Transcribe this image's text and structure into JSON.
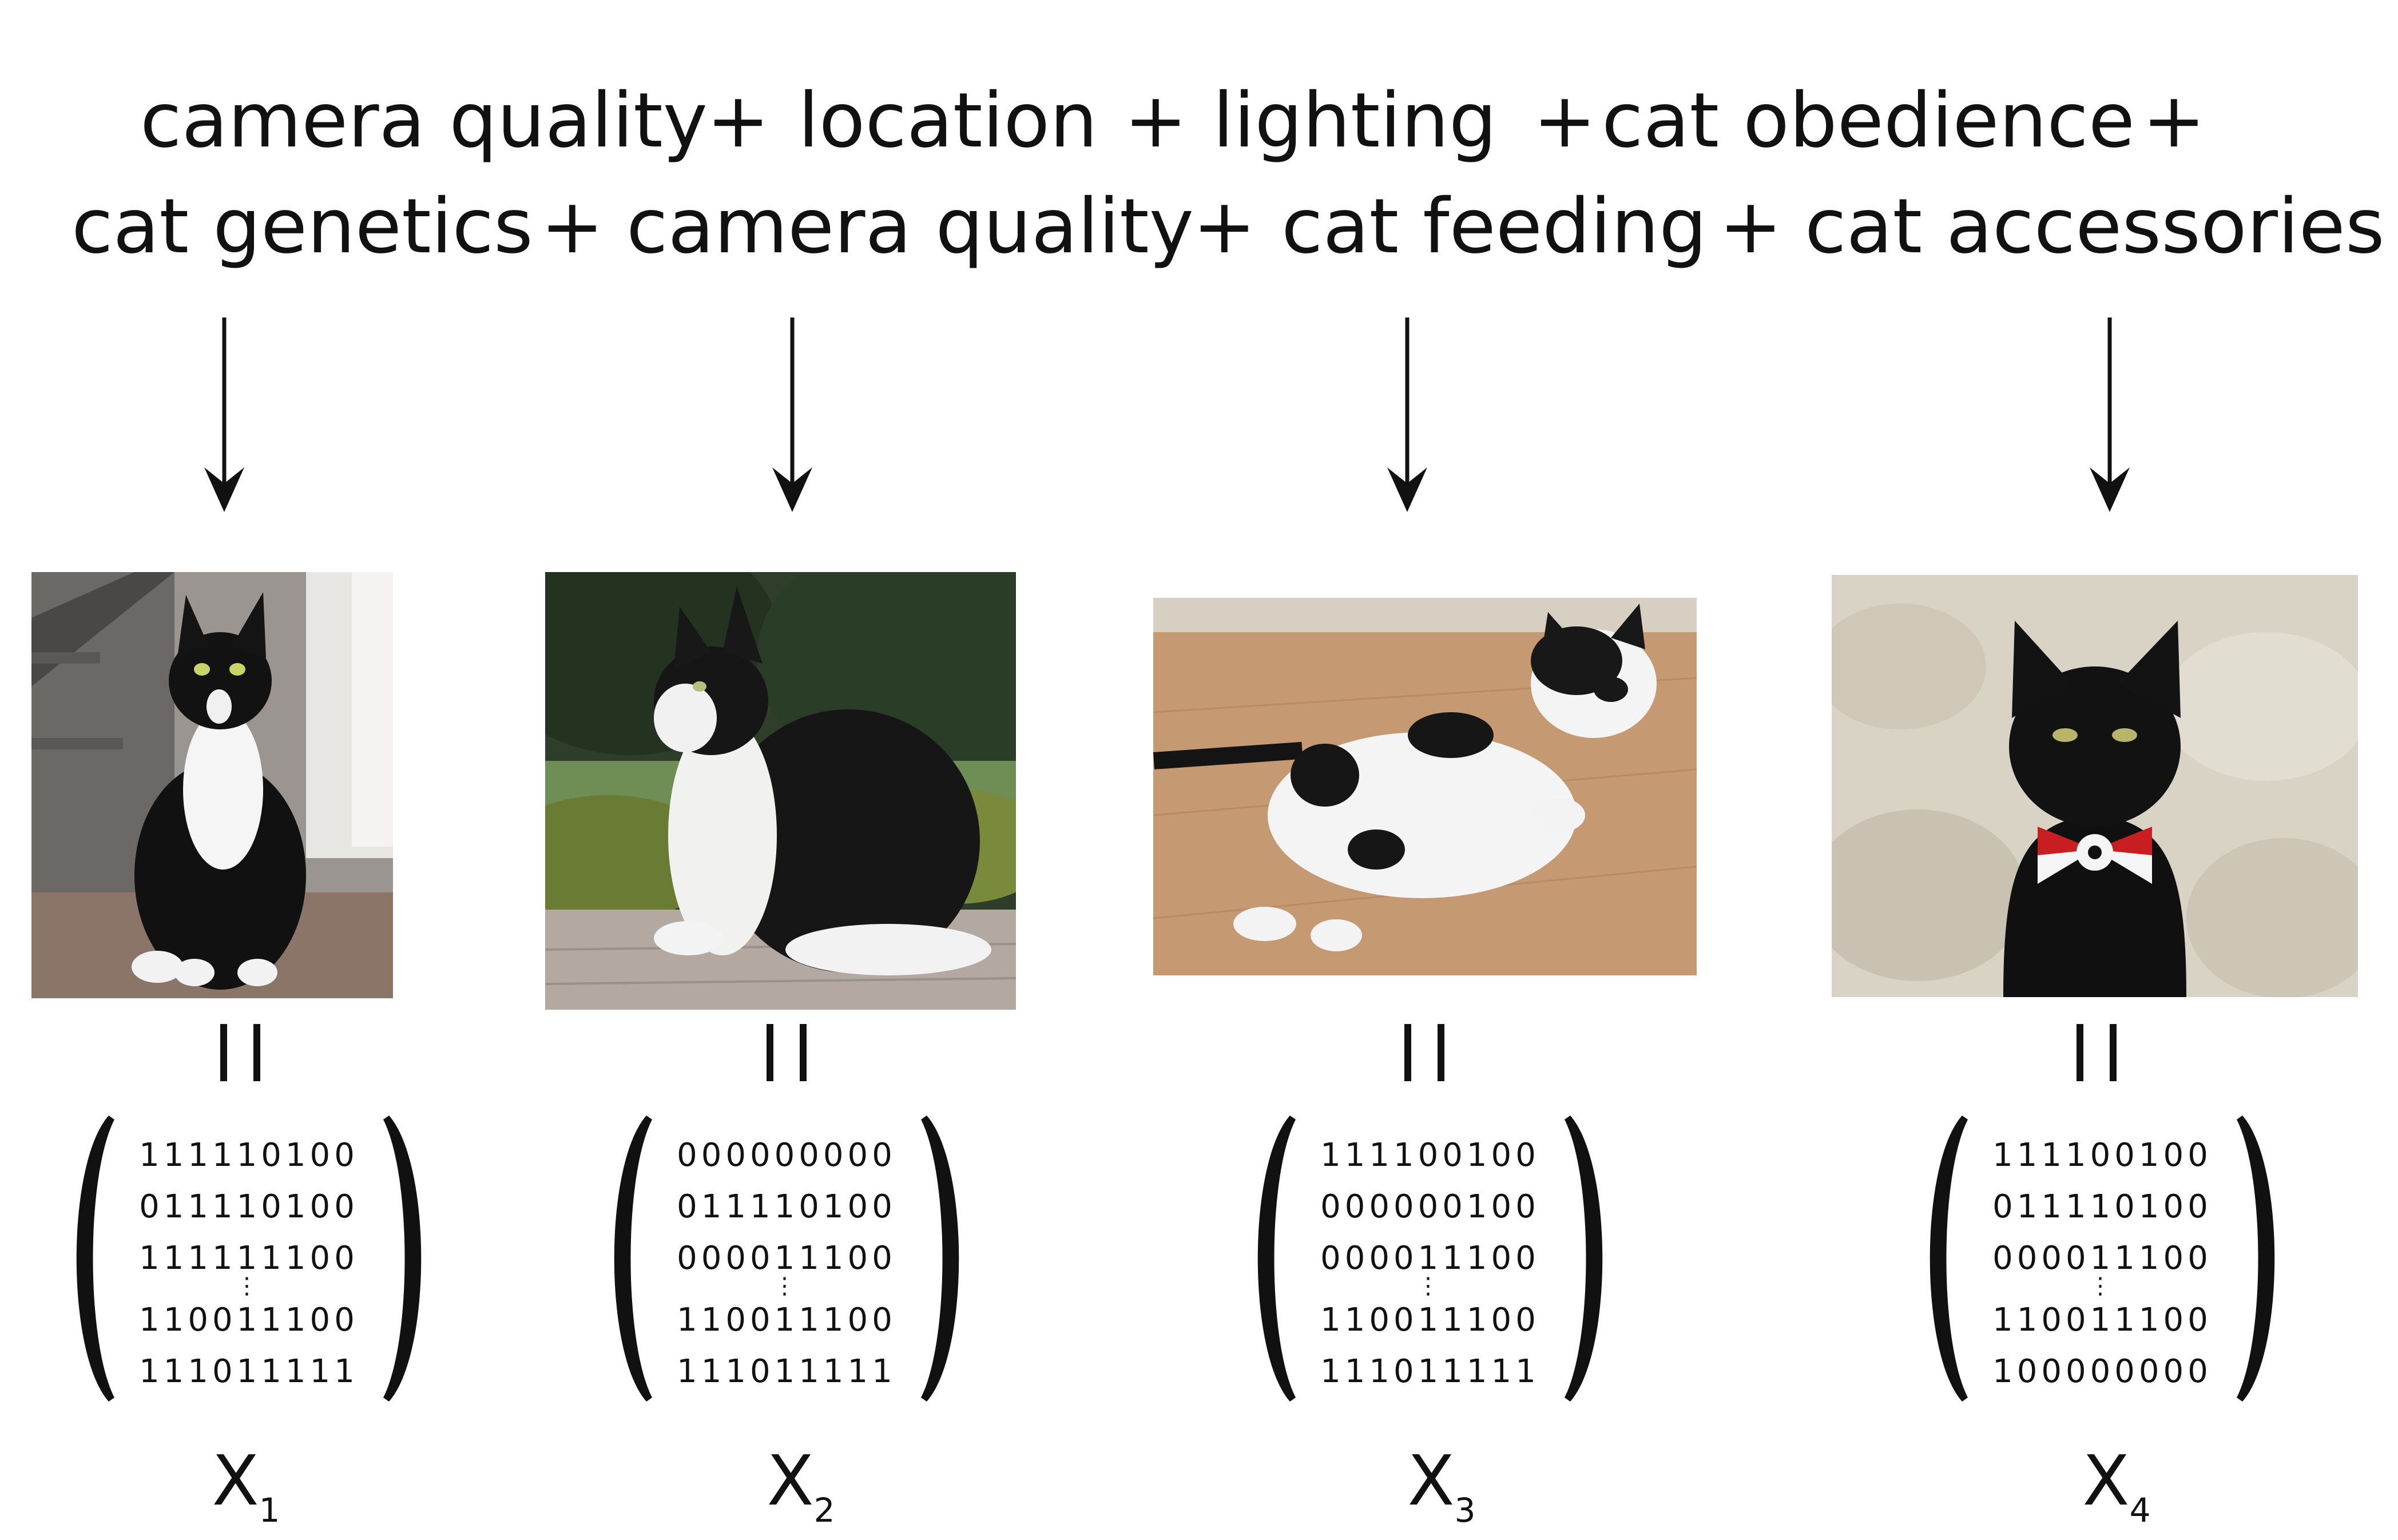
{
  "top_formula": {
    "line1": [
      {
        "text": "camera quality"
      },
      {
        "text": "+"
      },
      {
        "text": "location"
      },
      {
        "text": "+"
      },
      {
        "text": "lighting"
      },
      {
        "text": "+"
      },
      {
        "text": "cat obedience"
      },
      {
        "text": "+"
      }
    ],
    "line2": [
      {
        "text": "cat genetics"
      },
      {
        "text": "+"
      },
      {
        "text": "camera quality"
      },
      {
        "text": "+"
      },
      {
        "text": "cat feeding"
      },
      {
        "text": "+"
      },
      {
        "text": "cat accessories"
      }
    ]
  },
  "panels": [
    {
      "photo": "black-and-white-cat-indoor-photo",
      "matrix": [
        "111110100",
        "011110100",
        "111111100",
        "⋮",
        "110011100",
        "111011111"
      ],
      "label": "X",
      "subscript": "1"
    },
    {
      "photo": "black-and-white-cat-outdoor-photo",
      "matrix": [
        "000000000",
        "011110100",
        "000011100",
        "⋮",
        "110011100",
        "111011111"
      ],
      "label": "X",
      "subscript": "2"
    },
    {
      "photo": "fat-cat-lying-on-floor-photo",
      "matrix": [
        "111100100",
        "000000100",
        "000011100",
        "⋮",
        "110011100",
        "111011111"
      ],
      "label": "X",
      "subscript": "3"
    },
    {
      "photo": "black-cat-with-bow-tie-photo",
      "matrix": [
        "111100100",
        "011110100",
        "000011100",
        "⋮",
        "110011100",
        "100000000"
      ],
      "label": "X",
      "subscript": "4"
    }
  ]
}
